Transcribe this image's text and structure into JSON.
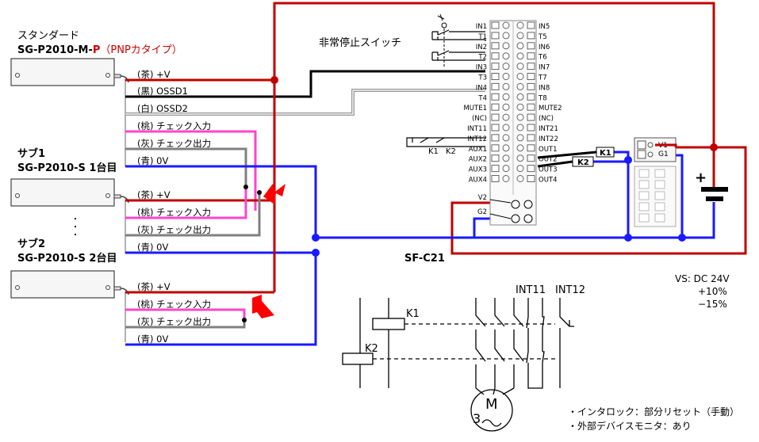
{
  "sensors": {
    "standard": {
      "title": "スタンダード",
      "model_prefix": "SG-P2010-M-",
      "model_p": "P",
      "model_type": "（PNPカタイプ）",
      "wires": [
        "(茶)  +V",
        "(黒)  OSSD1",
        "(白)  OSSD2",
        "(桃)  チェック入力",
        "(灰)  チェック出力",
        "(青)  0V"
      ]
    },
    "sub1": {
      "title": "サブ1",
      "model": "SG-P2010-S  1台目",
      "wires": [
        "(茶)  +V",
        "(桃)  チェック入力",
        "(灰)  チェック出力",
        "(青)  0V"
      ]
    },
    "sub2": {
      "title": "サブ2",
      "model": "SG-P2010-S  2台目",
      "wires": [
        "(茶)  +V",
        "(桃)  チェック入力",
        "(灰)  チェック出力",
        "(青)  0V"
      ]
    },
    "ellipsis": "・\n・\n・"
  },
  "estop": {
    "label": "非常停止スイッチ"
  },
  "controller": {
    "name": "SF-C21",
    "left_terminals": [
      "IN1",
      "T1",
      "IN2",
      "T2",
      "IN3",
      "T3",
      "IN4",
      "T4",
      "MUTE1",
      "(NC)",
      "INT11",
      "INT12",
      "AUX1",
      "AUX2",
      "AUX3",
      "AUX4",
      "V2",
      "G2"
    ],
    "right_terminals": [
      "IN5",
      "T5",
      "IN6",
      "T6",
      "IN7",
      "T7",
      "IN8",
      "T8",
      "MUTE2",
      "(NC)",
      "INT21",
      "INT22",
      "OUT1",
      "OUT2",
      "OUT3",
      "OUT4"
    ],
    "power_terminals": [
      "V1",
      "G1"
    ]
  },
  "relays": {
    "k1": "K1",
    "k2": "K2"
  },
  "power": {
    "plus": "+",
    "spec_line1": "VS: DC 24V",
    "spec_line2": "+10%",
    "spec_line3": "−15%"
  },
  "motor_circuit": {
    "int11": "INT11",
    "int12": "INT12",
    "k1": "K1",
    "k2": "K2",
    "motor_m": "M",
    "motor_3": "3"
  },
  "notes": [
    "・インタロック：部分リセット（手動）",
    "・外部デバイスモニタ：あり"
  ],
  "colors": {
    "red": "#c00000",
    "black": "#000000",
    "blue": "#1a1aff",
    "pink": "#ff44cc",
    "gray": "#808080",
    "lightgray": "#b0b0b0"
  }
}
